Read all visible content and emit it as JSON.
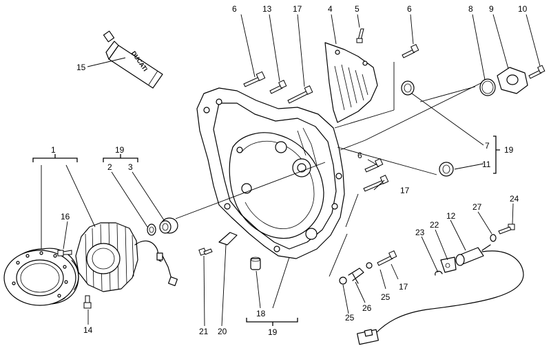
{
  "tube_brand": "DUCATI",
  "callouts": {
    "c1": "1",
    "c2": "2",
    "c3": "3",
    "c4": "4",
    "c5": "5",
    "c6a": "6",
    "c6b": "6",
    "c6c": "6",
    "c7": "7",
    "c8": "8",
    "c9": "9",
    "c10": "10",
    "c11": "11",
    "c12": "12",
    "c13": "13",
    "c14": "14",
    "c15": "15",
    "c16": "16",
    "c17a": "17",
    "c17b": "17",
    "c17c": "17",
    "c18": "18",
    "c19a": "19",
    "c19b": "19",
    "c19c": "19",
    "c20": "20",
    "c21": "21",
    "c22": "22",
    "c23": "23",
    "c24": "24",
    "c25a": "25",
    "c25b": "25",
    "c26": "26",
    "c27": "27"
  }
}
